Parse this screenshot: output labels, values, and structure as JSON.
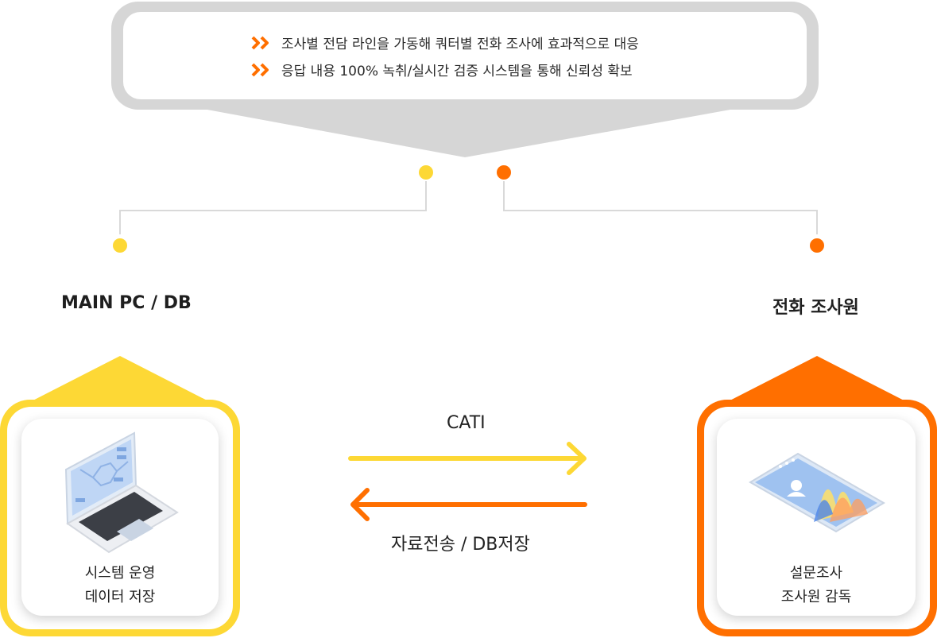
{
  "callout": {
    "bullets": [
      "조사별 전담 라인을 가동해 쿼터별 전화 조사에 효과적으로 대응",
      "응답 내용 100% 녹취/실시간 검증 시스템을 통해 신뢰성 확보"
    ]
  },
  "nodes": {
    "left": {
      "title": "MAIN PC / DB",
      "caption_line1": "시스템 운영",
      "caption_line2": "데이터 저장",
      "color": "#FDD835",
      "icon": "laptop-icon"
    },
    "right": {
      "title": "전화 조사원",
      "caption_line1": "설문조사",
      "caption_line2": "조사원 감독",
      "color": "#FF6F00",
      "icon": "smartphone-chart-icon"
    }
  },
  "flows": {
    "forward_label": "CATI",
    "backward_label": "자료전송 / DB저장"
  },
  "colors": {
    "yellow": "#FDD835",
    "orange": "#FF6F00",
    "gray": "#D9D9D9"
  }
}
